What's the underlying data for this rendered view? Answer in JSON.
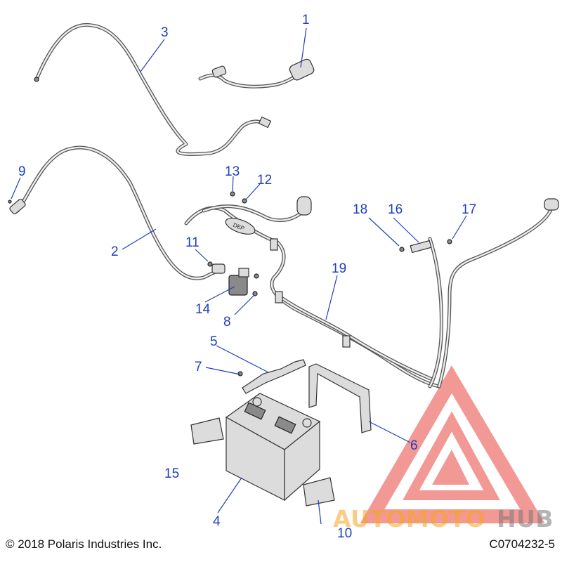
{
  "diagram": {
    "callouts": [
      {
        "id": "1",
        "label": "1"
      },
      {
        "id": "2",
        "label": "2"
      },
      {
        "id": "3",
        "label": "3"
      },
      {
        "id": "4",
        "label": "4"
      },
      {
        "id": "5",
        "label": "5"
      },
      {
        "id": "6",
        "label": "6"
      },
      {
        "id": "7",
        "label": "7"
      },
      {
        "id": "8",
        "label": "8"
      },
      {
        "id": "9",
        "label": "9"
      },
      {
        "id": "10",
        "label": "10"
      },
      {
        "id": "11",
        "label": "11"
      },
      {
        "id": "12",
        "label": "12"
      },
      {
        "id": "13",
        "label": "13"
      },
      {
        "id": "14",
        "label": "14"
      },
      {
        "id": "15",
        "label": "15"
      },
      {
        "id": "16",
        "label": "16"
      },
      {
        "id": "17",
        "label": "17"
      },
      {
        "id": "18",
        "label": "18"
      },
      {
        "id": "19",
        "label": "19"
      }
    ],
    "connector_tag": "DEP"
  },
  "footer": {
    "copyright": "© 2018 Polaris Industries Inc.",
    "document_number": "C0704232-5"
  },
  "watermark": {
    "text_part1": "AUTOMOTO",
    "text_part2": "HUB",
    "color_accent": "#e8473f",
    "color_orange": "#f5a623",
    "color_gray": "#7a7a7a"
  },
  "colors": {
    "callout": "#1f3fbf",
    "line": "#333333"
  }
}
